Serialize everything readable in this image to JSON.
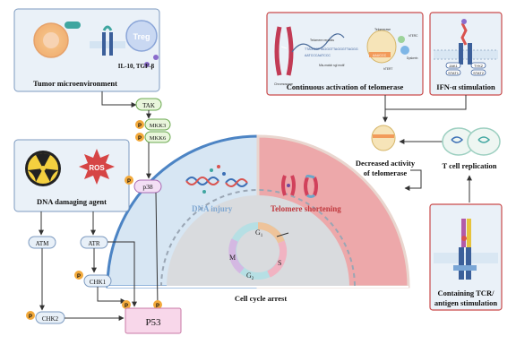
{
  "tumor_box": {
    "title": "Tumor microenvironment",
    "treg_label": "Treg",
    "cytokines": "IL-10, TGF-β"
  },
  "dna_box": {
    "title": "DNA damaging agent",
    "ros_label": "ROS"
  },
  "telomerase_box": {
    "title": "Continuous activation of telomerase",
    "chromosome_label": "Chromosome",
    "telomere_repeats_label": "Telomere repeats",
    "seq_top": "TTAGGGTTAGGGTTAGGGTTAGGG",
    "seq_bottom": "AATCCCAATCCC",
    "template_seq": "AAUCCC",
    "telomerase_label": "Telomerase",
    "hterc_label": "hTERC",
    "dyskerin_label": "Dyskerin",
    "mismatch_label": "Mis-match sgl motif",
    "tert_label": "hTERT"
  },
  "ifn_box": {
    "title": "IFN-α stimulation",
    "jak1": "JAK1",
    "stat1": "STAT1",
    "tyk2": "TYK2",
    "stat2": "STAT2"
  },
  "tcr_box": {
    "title_line1": "Containing TCR/",
    "title_line2": "antigen stimulation"
  },
  "telomerase_decrease": {
    "line1": "Decreased activity",
    "line2": "of telomerase"
  },
  "tcell_replication": "T cell replication",
  "pathway": {
    "tak": "TAK",
    "mkk3": "MKK3",
    "mkk6": "MKK6",
    "p38": "p38",
    "atm": "ATM",
    "atr": "ATR",
    "chk1": "CHK1",
    "chk2": "CHK2",
    "p53": "P53",
    "phospho": "P"
  },
  "center": {
    "dna_injury": "DNA injury",
    "telomere_shortening": "Telomere shortening",
    "cell_cycle_arrest": "Cell cycle arrest",
    "phases": {
      "g1": "G",
      "g1_sub": "1",
      "m": "M",
      "g2": "G",
      "g2_sub": "2",
      "s": "S"
    }
  },
  "colors": {
    "blue_zone": "#cfe1f1",
    "pink_zone": "#eaa3a5",
    "grey_zone": "#d9dbde",
    "p_circle": "#f2a93b",
    "p53_fill": "#f8d7ea",
    "box_border": "#7c9ac0",
    "red_box_border": "#c94a4a"
  }
}
